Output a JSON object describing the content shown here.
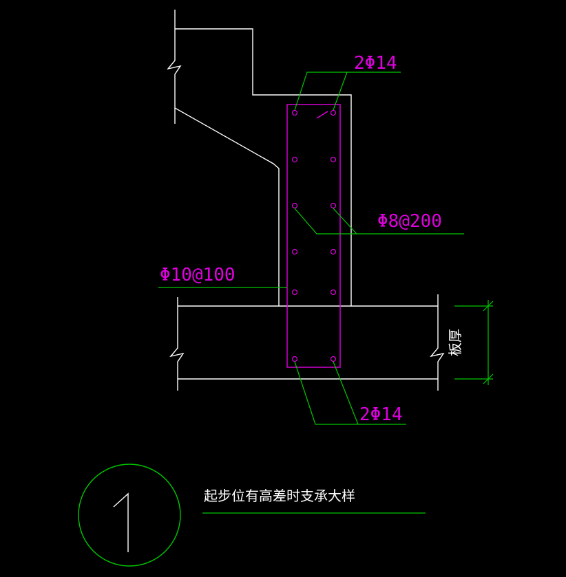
{
  "labels": {
    "top_rebar": "2Φ14",
    "stirrup": "Φ8@200",
    "side_rebar": "Φ10@100",
    "bottom_rebar": "2Φ14",
    "slab_thickness": "板厚",
    "detail_number": "1",
    "detail_title": "起步位有高差时支承大样"
  },
  "colors": {
    "background": "#000000",
    "outline": "#ffffff",
    "reinforcement": "#e000e0",
    "leader": "#00c800"
  }
}
